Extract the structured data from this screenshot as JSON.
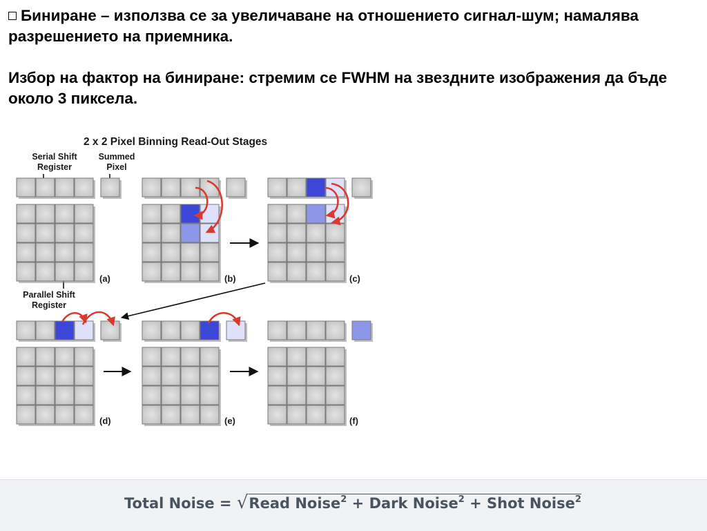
{
  "slide": {
    "bullet_text": "Биниране – използва се за увеличаване на отношението сигнал-шум; намалява разрешението на приемника.",
    "choice_text": "Избор на фактор на биниране: стремим се FWHM на звездните изображения да бъде около 3 пиксела."
  },
  "figure": {
    "title": "2 x 2 Pixel Binning Read-Out Stages",
    "serial_label_1": "Serial Shift",
    "serial_label_2": "Register",
    "summed_label_1": "Summed",
    "summed_label_2": "Pixel",
    "parallel_label_1": "Parallel Shift",
    "parallel_label_2": "Register",
    "panel_labels": [
      "(a)",
      "(b)",
      "(c)",
      "(d)",
      "(e)",
      "(f)"
    ],
    "colors": {
      "cell_gray": "#c9c9c9",
      "charge_dark": "#3c46d8",
      "charge_mid": "#8d97ea",
      "charge_light": "#dfe1fb",
      "arrow_red": "#d93a2f"
    }
  },
  "formula": {
    "lhs": "Total Noise = ",
    "sqrt": "√",
    "term1": "Read Noise",
    "term2": "Dark Noise",
    "term3": "Shot Noise",
    "exp": "2",
    "plus": " + "
  }
}
